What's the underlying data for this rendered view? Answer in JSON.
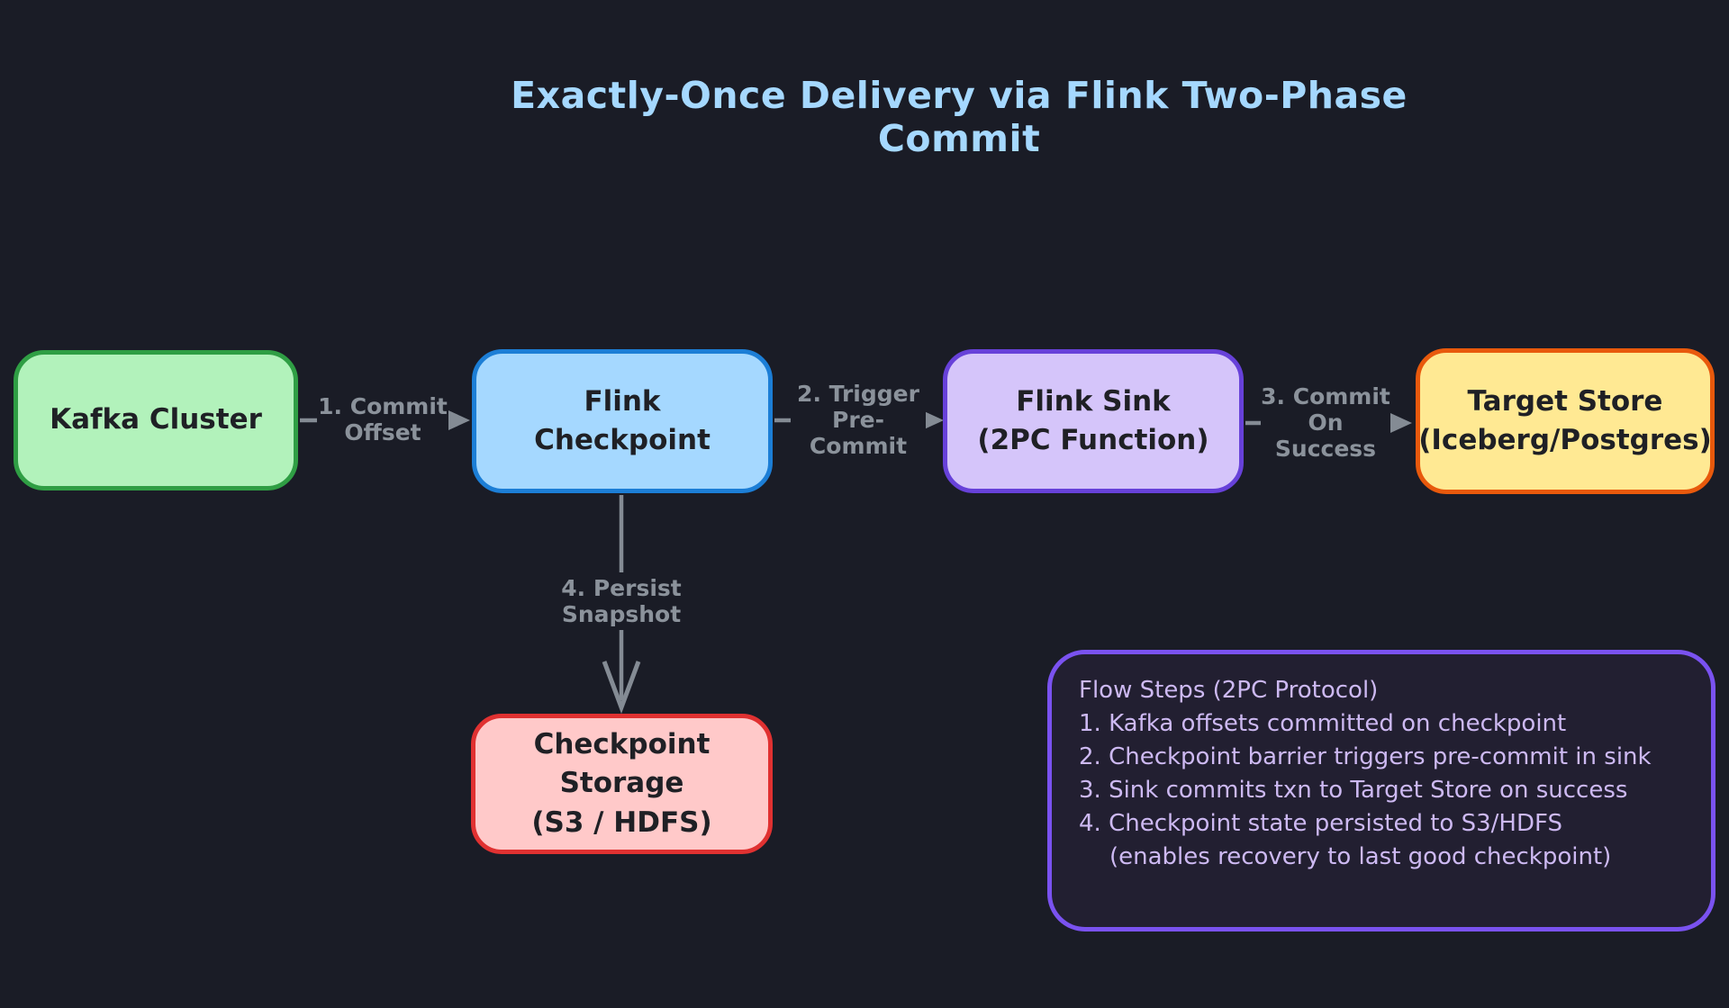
{
  "title": {
    "text": "Exactly-Once Delivery via Flink Two-Phase Commit",
    "color": "#a5d8ff"
  },
  "nodes": [
    {
      "name": "kafka-cluster",
      "lines": [
        "Kafka Cluster"
      ],
      "fill": "#b2f2bb",
      "border": "#2f9e44"
    },
    {
      "name": "flink-checkpoint",
      "lines": [
        "Flink",
        "Checkpoint"
      ],
      "fill": "#a5d8ff",
      "border": "#1c7ed6"
    },
    {
      "name": "flink-sink",
      "lines": [
        "Flink Sink",
        "(2PC Function)"
      ],
      "fill": "#d5c5fa",
      "border": "#6741d9"
    },
    {
      "name": "target-store",
      "lines": [
        "Target Store",
        "(Iceberg/Postgres)"
      ],
      "fill": "#ffe993",
      "border": "#e8590c"
    },
    {
      "name": "checkpoint-storage",
      "lines": [
        "Checkpoint Storage",
        "(S3 / HDFS)"
      ],
      "fill": "#ffc9c9",
      "border": "#e03131"
    }
  ],
  "edges": [
    {
      "name": "commit-offset",
      "label": [
        "1. Commit",
        "Offset"
      ]
    },
    {
      "name": "trigger-pre-commit",
      "label": [
        "2. Trigger",
        "Pre-Commit"
      ]
    },
    {
      "name": "commit-on-success",
      "label": [
        "3. Commit",
        "On Success"
      ]
    },
    {
      "name": "persist-snapshot",
      "label": [
        "4. Persist",
        "Snapshot"
      ]
    }
  ],
  "note": {
    "title": "Flow Steps (2PC Protocol)",
    "items": [
      "1. Kafka offsets committed on checkpoint",
      "2. Checkpoint barrier triggers pre-commit in sink",
      "3. Sink commits txn to Target Store on success",
      "4. Checkpoint state persisted to S3/HDFS"
    ],
    "footnote": "(enables recovery to last good checkpoint)",
    "border_color": "#7a52f0",
    "text_color": "#cdb9f2"
  },
  "colors": {
    "background": "#1a1c26",
    "edge_line": "#848b94",
    "edge_label_text": "#8b929b",
    "node_text": "#1f2025"
  }
}
